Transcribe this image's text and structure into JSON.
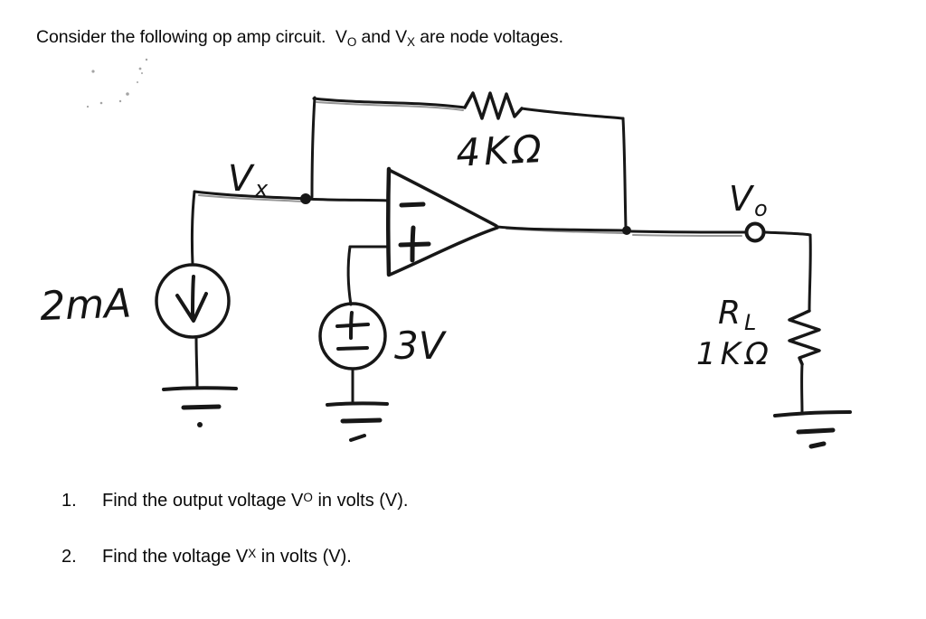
{
  "page": {
    "title": {
      "pre": "Consider the following op amp circuit.  V",
      "sub1": "O",
      "mid": " and V",
      "sub2": "X",
      "post": " are node voltages."
    }
  },
  "circuit": {
    "labels": {
      "current_source": "2mA",
      "node_vx": {
        "main": "V",
        "sub": "x"
      },
      "feedback_resistor": "4KΩ",
      "voltage_source": "3V",
      "node_vo": {
        "main": "V",
        "sub": "o"
      },
      "load_resistor_name": {
        "main": "R",
        "sub": "L"
      },
      "load_resistor_value": "1KΩ"
    }
  },
  "questions": [
    {
      "number": "1.",
      "pre": "Find the output voltage V",
      "sub": "O",
      "post": " in volts (V)."
    },
    {
      "number": "2.",
      "pre": "Find the voltage V",
      "sub": "X",
      "post": " in volts (V)."
    }
  ],
  "colors": {
    "ink": "#171717",
    "paper": "#ffffff",
    "pencil": "#8d8d8d"
  }
}
